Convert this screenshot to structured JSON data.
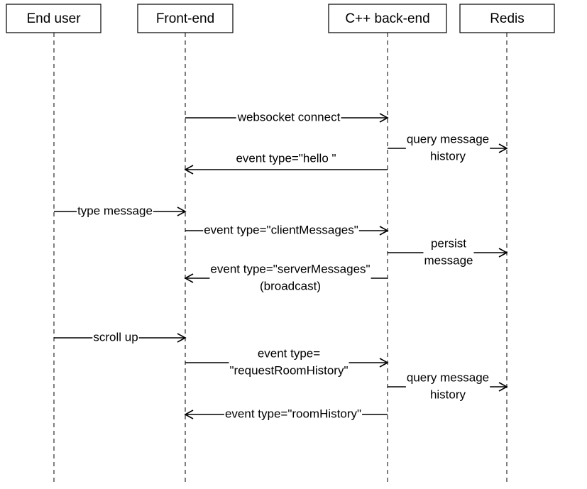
{
  "actors": [
    {
      "id": "user",
      "label": "End user"
    },
    {
      "id": "fe",
      "label": "Front-end"
    },
    {
      "id": "be",
      "label": "C++ back-end"
    },
    {
      "id": "redis",
      "label": "Redis"
    }
  ],
  "messages": [
    {
      "from": "fe",
      "to": "be",
      "lines": [
        "websocket connect"
      ]
    },
    {
      "from": "be",
      "to": "redis",
      "lines": [
        "query message",
        "history"
      ]
    },
    {
      "from": "be",
      "to": "fe",
      "lines": [
        "event type=\"hello \""
      ]
    },
    {
      "from": "user",
      "to": "fe",
      "lines": [
        "type message"
      ]
    },
    {
      "from": "fe",
      "to": "be",
      "lines": [
        "event type=\"clientMessages\""
      ]
    },
    {
      "from": "be",
      "to": "redis",
      "lines": [
        "persist",
        "message"
      ]
    },
    {
      "from": "be",
      "to": "fe",
      "lines": [
        "event type=\"serverMessages\"",
        "(broadcast)"
      ]
    },
    {
      "from": "user",
      "to": "fe",
      "lines": [
        "scroll up"
      ]
    },
    {
      "from": "fe",
      "to": "be",
      "lines": [
        "event type=",
        "\"requestRoomHistory\""
      ]
    },
    {
      "from": "be",
      "to": "redis",
      "lines": [
        "query message",
        "history"
      ]
    },
    {
      "from": "be",
      "to": "fe",
      "lines": [
        "event type=\"roomHistory\""
      ]
    }
  ]
}
